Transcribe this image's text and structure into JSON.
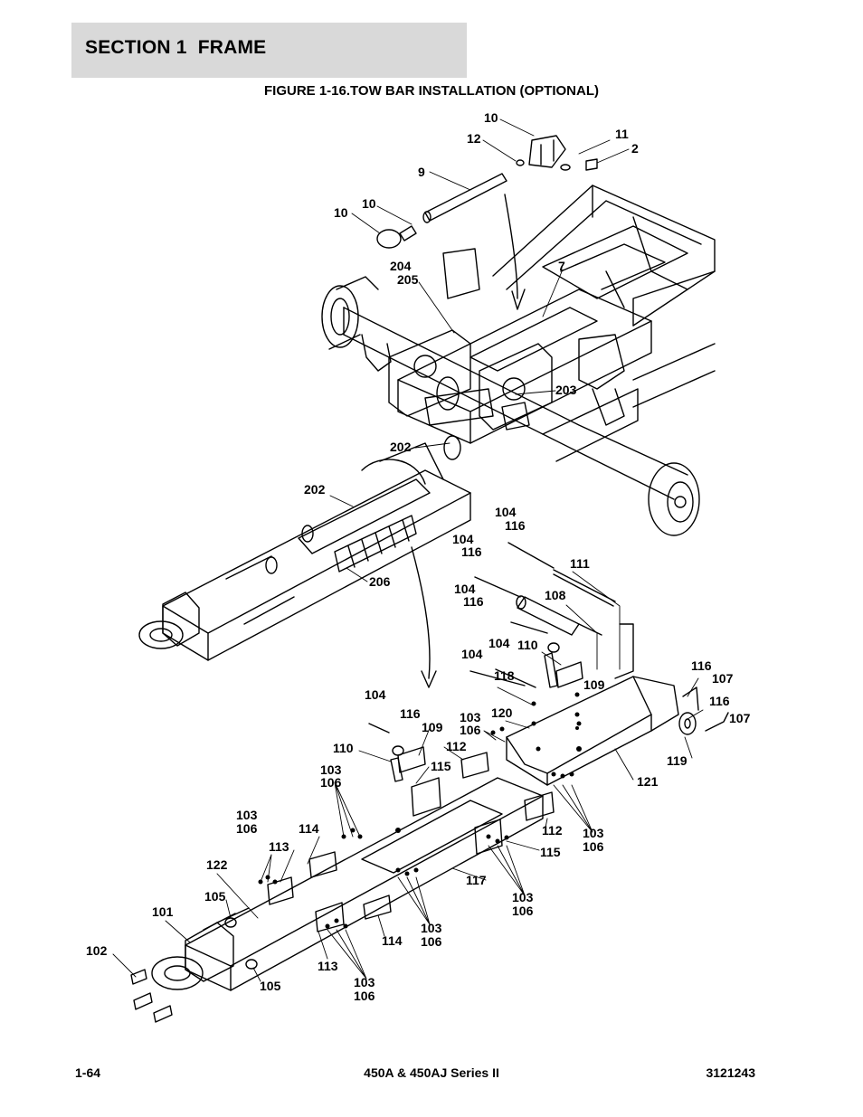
{
  "section_title": "SECTION 1  FRAME",
  "figure_title": "FIGURE 1-16.TOW BAR INSTALLATION (OPTIONAL)",
  "callouts": [
    "10",
    "12",
    "11",
    "2",
    "9",
    "10",
    "10",
    "204",
    "205",
    "7",
    "203",
    "202",
    "202",
    "206",
    "104",
    "116",
    "111",
    "104",
    "116",
    "104",
    "116",
    "108",
    "104",
    "104",
    "110",
    "118",
    "109",
    "116",
    "107",
    "116",
    "107",
    "104",
    "116",
    "109",
    "110",
    "112",
    "103",
    "106",
    "120",
    "115",
    "119",
    "121",
    "103",
    "106",
    "114",
    "113",
    "122",
    "105",
    "101",
    "102",
    "105",
    "117",
    "112",
    "115",
    "103",
    "106",
    "103",
    "106",
    "103",
    "106",
    "114",
    "113",
    "103",
    "106",
    "103",
    "106"
  ],
  "footer": {
    "page": "1-64",
    "model": "450A & 450AJ Series II",
    "doc_number": "3121243"
  }
}
